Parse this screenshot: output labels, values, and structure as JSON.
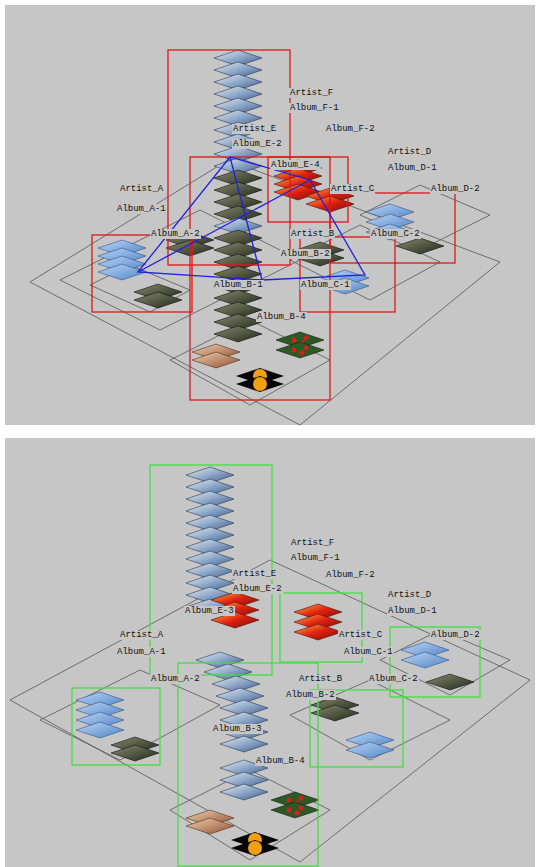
{
  "diagram": {
    "labels": [
      "Artist_F",
      "Album_F-1",
      "Artist_E",
      "Album_E-2",
      "Album_F-2",
      "Artist_D",
      "Album_D-1",
      "Album_E-4",
      "Artist_A",
      "Album_A-1",
      "Artist_C",
      "Album_D-2",
      "Album_A-2",
      "Artist_B",
      "Album_B-2",
      "Album_C-2",
      "Album_B-1",
      "Album_C-1",
      "Album_B-4",
      "Artist_F",
      "Album_F-1",
      "Album_F-2",
      "Artist_E",
      "Album_E-2",
      "Artist_D",
      "Album_D-1",
      "Album_E-3",
      "Artist_A",
      "Album_A-1",
      "Artist_C",
      "Album_D-2",
      "Album_C-1",
      "Album_A-2",
      "Artist_B",
      "Album_B-2",
      "Album_C-2",
      "Album_B-3",
      "Album_B-4"
    ]
  }
}
